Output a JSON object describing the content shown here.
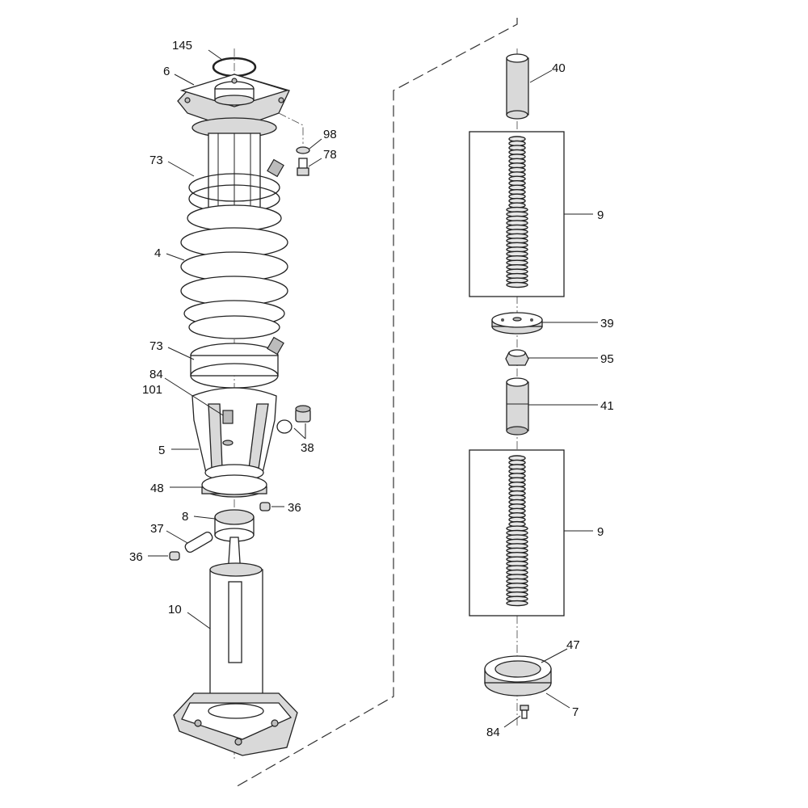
{
  "diagram": {
    "type": "exploded-parts-view",
    "labels": {
      "l145": "145",
      "l6": "6",
      "l98": "98",
      "l78": "78",
      "l73a": "73",
      "l4": "4",
      "l73b": "73",
      "l84a": "84",
      "l101": "101",
      "l5": "5",
      "l38": "38",
      "l48": "48",
      "l8": "8",
      "l36a": "36",
      "l37": "37",
      "l36b": "36",
      "l10": "10",
      "l40": "40",
      "l9a": "9",
      "l39": "39",
      "l95": "95",
      "l41": "41",
      "l9b": "9",
      "l47": "47",
      "l7": "7",
      "l84b": "84"
    },
    "colors": {
      "line": "#222222",
      "shade": "#d9d9d9",
      "dark": "#bcbcbc"
    }
  }
}
